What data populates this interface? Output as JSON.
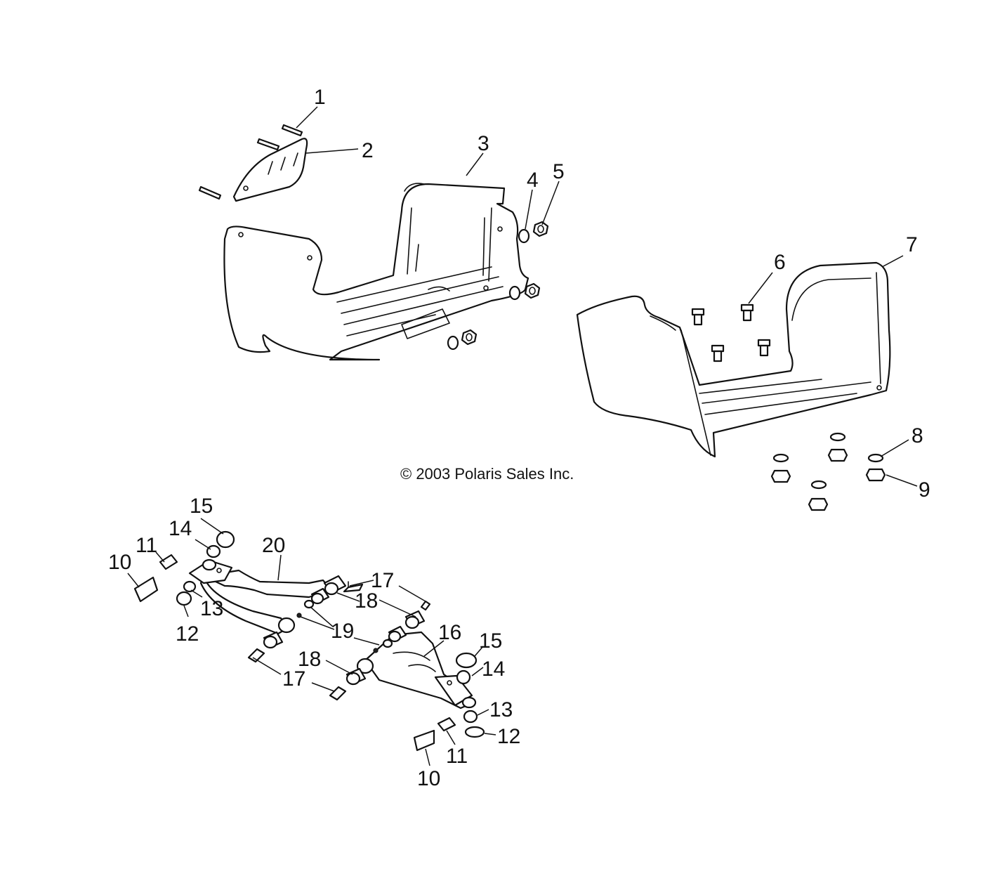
{
  "copyright": "© 2003 Polaris Sales Inc.",
  "callouts": {
    "c1": "1",
    "c2": "2",
    "c3": "3",
    "c4": "4",
    "c5": "5",
    "c6": "6",
    "c7": "7",
    "c8": "8",
    "c9": "9",
    "c10a": "10",
    "c11a": "11",
    "c12a": "12",
    "c13a": "13",
    "c14a": "14",
    "c15a": "15",
    "c17a": "17",
    "c18a": "18",
    "c19": "19",
    "c20": "20",
    "c16": "16",
    "c15b": "15",
    "c14b": "14",
    "c18b": "18",
    "c17b": "17",
    "c13b": "13",
    "c12b": "12",
    "c11b": "11",
    "c10b": "10"
  }
}
